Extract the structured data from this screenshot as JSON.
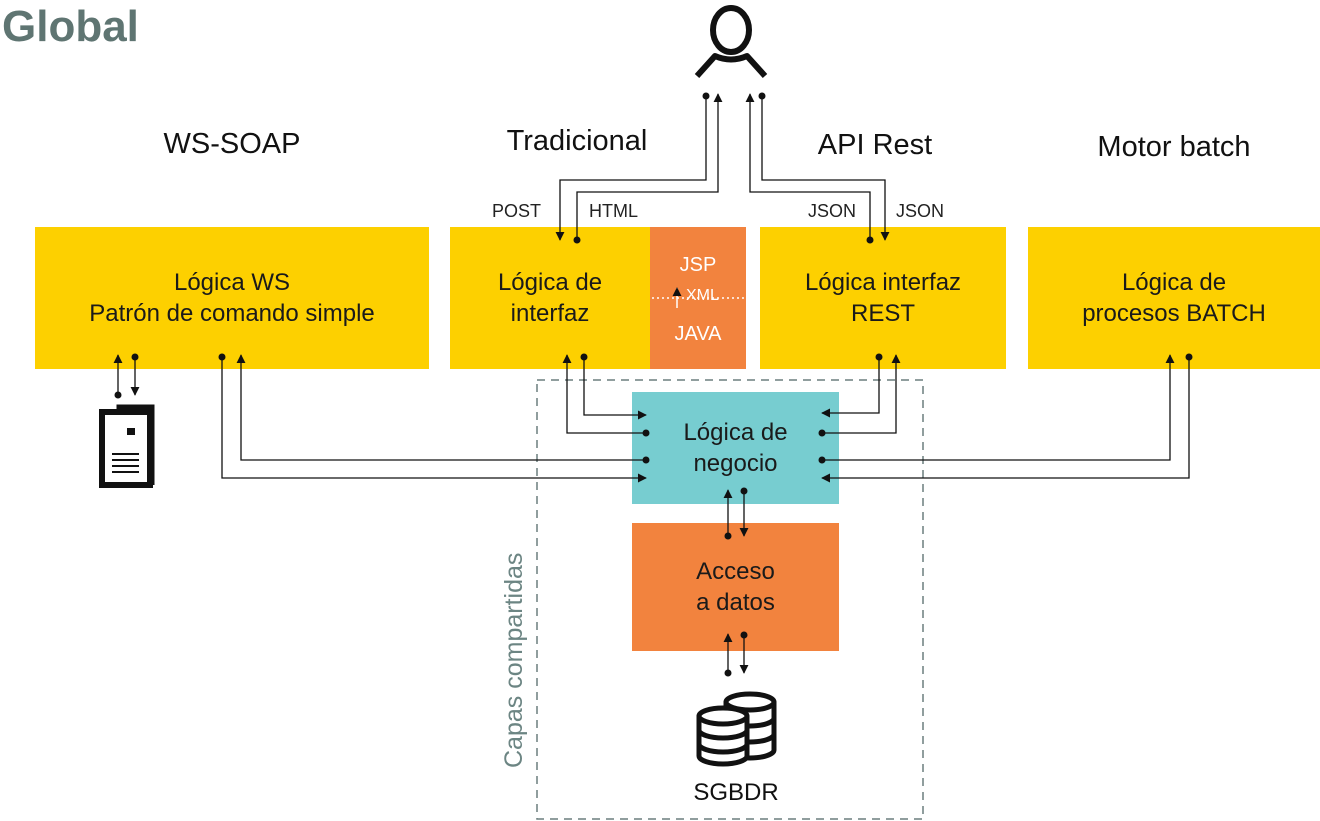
{
  "title": "Global",
  "columns": {
    "ws_soap": "WS-SOAP",
    "tradicional": "Tradicional",
    "api_rest": "API Rest",
    "motor_batch": "Motor batch"
  },
  "boxes": {
    "logica_ws": [
      "Lógica WS",
      "Patrón de comando simple"
    ],
    "logica_interfaz": [
      "Lógica de",
      "interfaz"
    ],
    "logica_rest": [
      "Lógica interfaz",
      "REST"
    ],
    "logica_batch": [
      "Lógica de",
      "procesos BATCH"
    ],
    "logica_negocio": [
      "Lógica de",
      "negocio"
    ],
    "acceso_datos": [
      "Acceso",
      "a datos"
    ]
  },
  "tech_stack": {
    "top": "JSP",
    "middle": "XML",
    "bottom": "JAVA"
  },
  "connection_labels": {
    "post": "POST",
    "html": "HTML",
    "json_1": "JSON",
    "json_2": "JSON"
  },
  "shared_layers_label": "Capas compartidas",
  "db_label": "SGBDR",
  "icons": {
    "user": "user-icon",
    "document": "document-icon",
    "database": "database-icon"
  },
  "colors": {
    "yellow": "#fdd000",
    "teal": "#77cdd0",
    "orange": "#f2833e",
    "title": "#5f7572"
  }
}
